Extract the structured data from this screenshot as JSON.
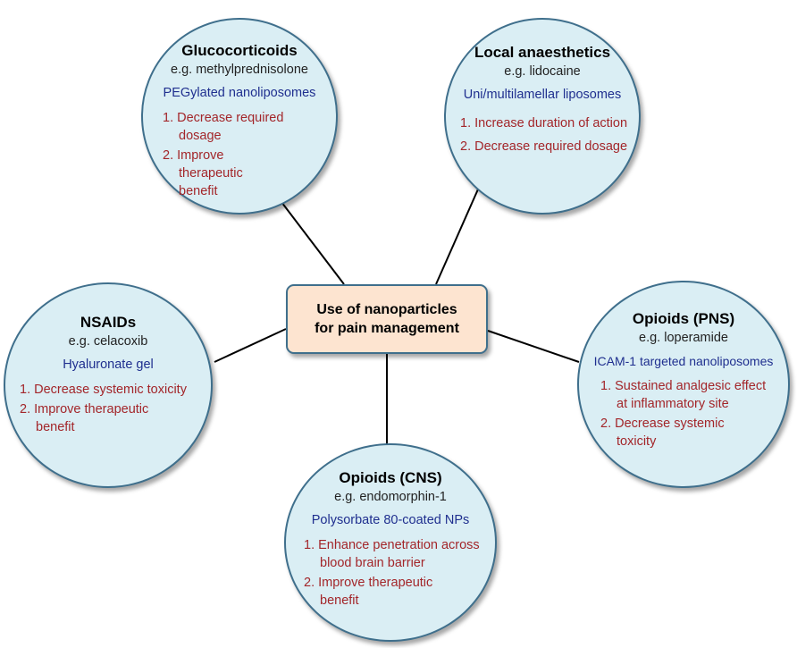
{
  "center": {
    "line1": "Use of nanoparticles",
    "line2": "for pain management"
  },
  "nodes": [
    {
      "id": "glucocorticoids",
      "title": "Glucocorticoids",
      "example": "e.g. methylprednisolone",
      "carrier": "PEGylated nanoliposomes",
      "benefits": [
        "1. Decrease required dosage",
        "2. Improve therapeutic benefit"
      ]
    },
    {
      "id": "local-anaesthetics",
      "title": "Local anaesthetics",
      "example": "e.g. lidocaine",
      "carrier": "Uni/multilamellar liposomes",
      "benefits": [
        "1. Increase duration of action",
        "2. Decrease required dosage"
      ]
    },
    {
      "id": "nsaids",
      "title": "NSAIDs",
      "example": "e.g. celacoxib",
      "carrier": "Hyaluronate gel",
      "benefits": [
        "1. Decrease systemic toxicity",
        "2. Improve therapeutic benefit"
      ]
    },
    {
      "id": "opioids-pns",
      "title": "Opioids (PNS)",
      "example": "e.g. loperamide",
      "carrier": "ICAM-1 targeted nanoliposomes",
      "benefits": [
        "1. Sustained analgesic effect at inflammatory site",
        "2. Decrease systemic toxicity"
      ]
    },
    {
      "id": "opioids-cns",
      "title": "Opioids (CNS)",
      "example": "e.g. endomorphin-1",
      "carrier": "Polysorbate 80-coated NPs",
      "benefits": [
        "1. Enhance penetration across blood brain barrier",
        "2. Improve therapeutic benefit"
      ]
    }
  ],
  "colors": {
    "circle_fill": "#daeef4",
    "circle_border": "#3f6f8c",
    "center_fill": "#fde4d0",
    "title": "#000000",
    "carrier": "#1f2f8f",
    "benefit": "#a3262a",
    "connector": "#000000"
  }
}
